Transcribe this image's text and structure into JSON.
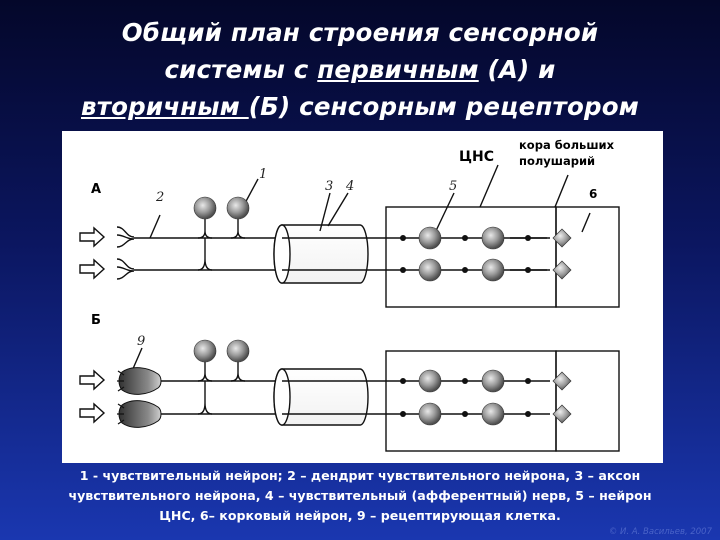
{
  "slide": {
    "title_line1": "Общий план строения сенсорной",
    "title_line2_a": "системы с ",
    "title_line2_u": "первичным",
    "title_line2_b": " (А) и",
    "title_line3_u": "вторичным ",
    "title_line3_b": "(Б) сенсорным рецептором"
  },
  "diagram": {
    "label_cns": "ЦНС",
    "label_cortex_1": "кора больших",
    "label_cortex_2": "полушарий",
    "section_a": "А",
    "section_b": "Б",
    "num_1": "1",
    "num_2": "2",
    "num_3": "3",
    "num_4": "4",
    "num_5": "5",
    "num_6": "6",
    "num_9": "9"
  },
  "caption": {
    "line1": "1 - чувствительный нейрон; 2 – дендрит чувствительного нейрона, 3 – аксон",
    "line2": "чувствительного нейрона, 4 – чувствительный (афферентный) нерв, 5 – нейрон",
    "line3": "ЦНС, 6– корковый нейрон, 9 – рецептирующая клетка."
  },
  "credit": "© И. А. Васильев, 2007"
}
